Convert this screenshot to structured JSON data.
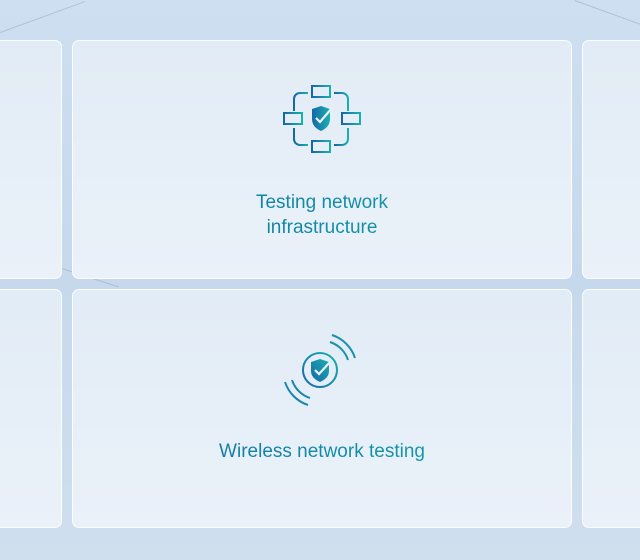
{
  "cards": [
    {
      "title_line1": "Testing network",
      "title_line2": "infrastructure",
      "icon": "network-shield-icon"
    },
    {
      "title": "Wireless network testing",
      "icon": "wireless-shield-icon"
    }
  ],
  "colors": {
    "background": "#c9dcee",
    "card": "#e6eef7",
    "accent_blue": "#1767a8",
    "accent_teal": "#17a9a8"
  }
}
